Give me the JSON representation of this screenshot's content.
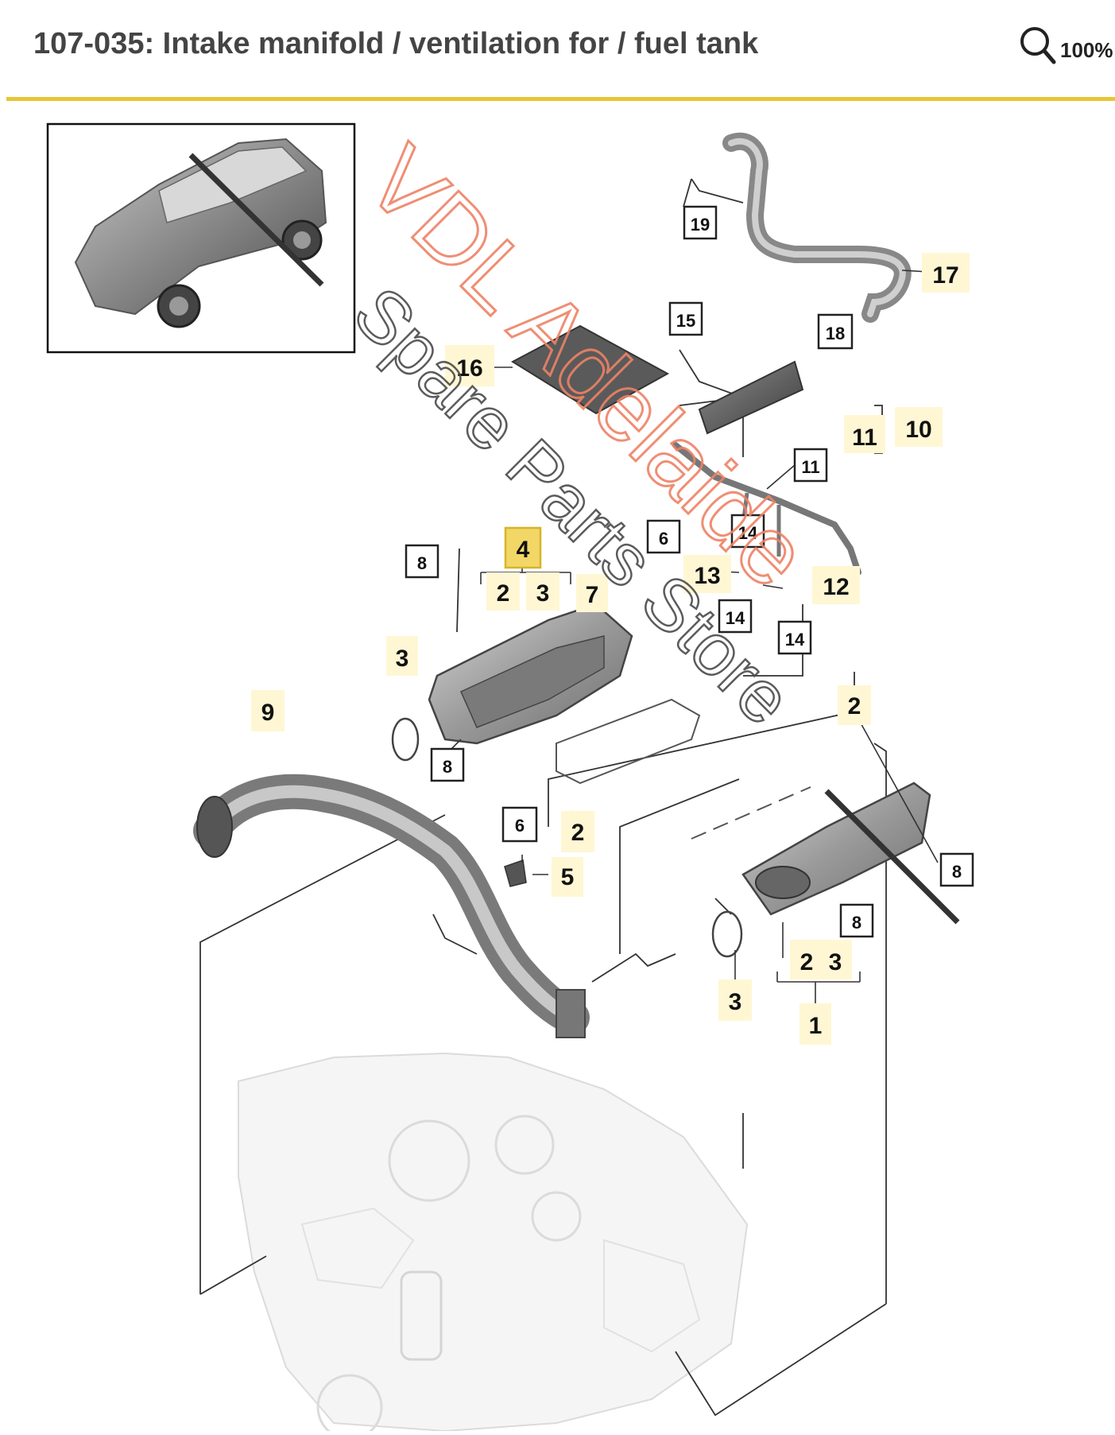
{
  "header": {
    "title": "107-035: Intake manifold / ventilation for / fuel tank",
    "zoom_label": "100%",
    "zoom_icon": "magnifier-icon",
    "accent_color": "#e8c633"
  },
  "watermark": {
    "line1": "VDL Adelaide",
    "line2": "Spare Parts Store",
    "line1_color": "#ee8266",
    "line2_color": "#4a4a4a"
  },
  "callouts": {
    "c19": "19",
    "c17": "17",
    "c15": "15",
    "c18": "18",
    "c16": "16",
    "c11a": "11",
    "c10": "10",
    "c11b": "11",
    "c8a": "8",
    "c4": "4",
    "c2a": "2",
    "c3a": "3",
    "c7": "7",
    "c6a": "6",
    "c14a": "14",
    "c13": "13",
    "c12": "12",
    "c14b": "14",
    "c14c": "14",
    "c3b": "3",
    "c9": "9",
    "c8b": "8",
    "c2b": "2",
    "c6b": "6",
    "c5": "5",
    "c2c": "2",
    "c8c": "8",
    "c8d": "8",
    "c2d": "2",
    "c3c": "3",
    "c3d": "3",
    "c1": "1"
  },
  "highlight_color": "#f2d766"
}
